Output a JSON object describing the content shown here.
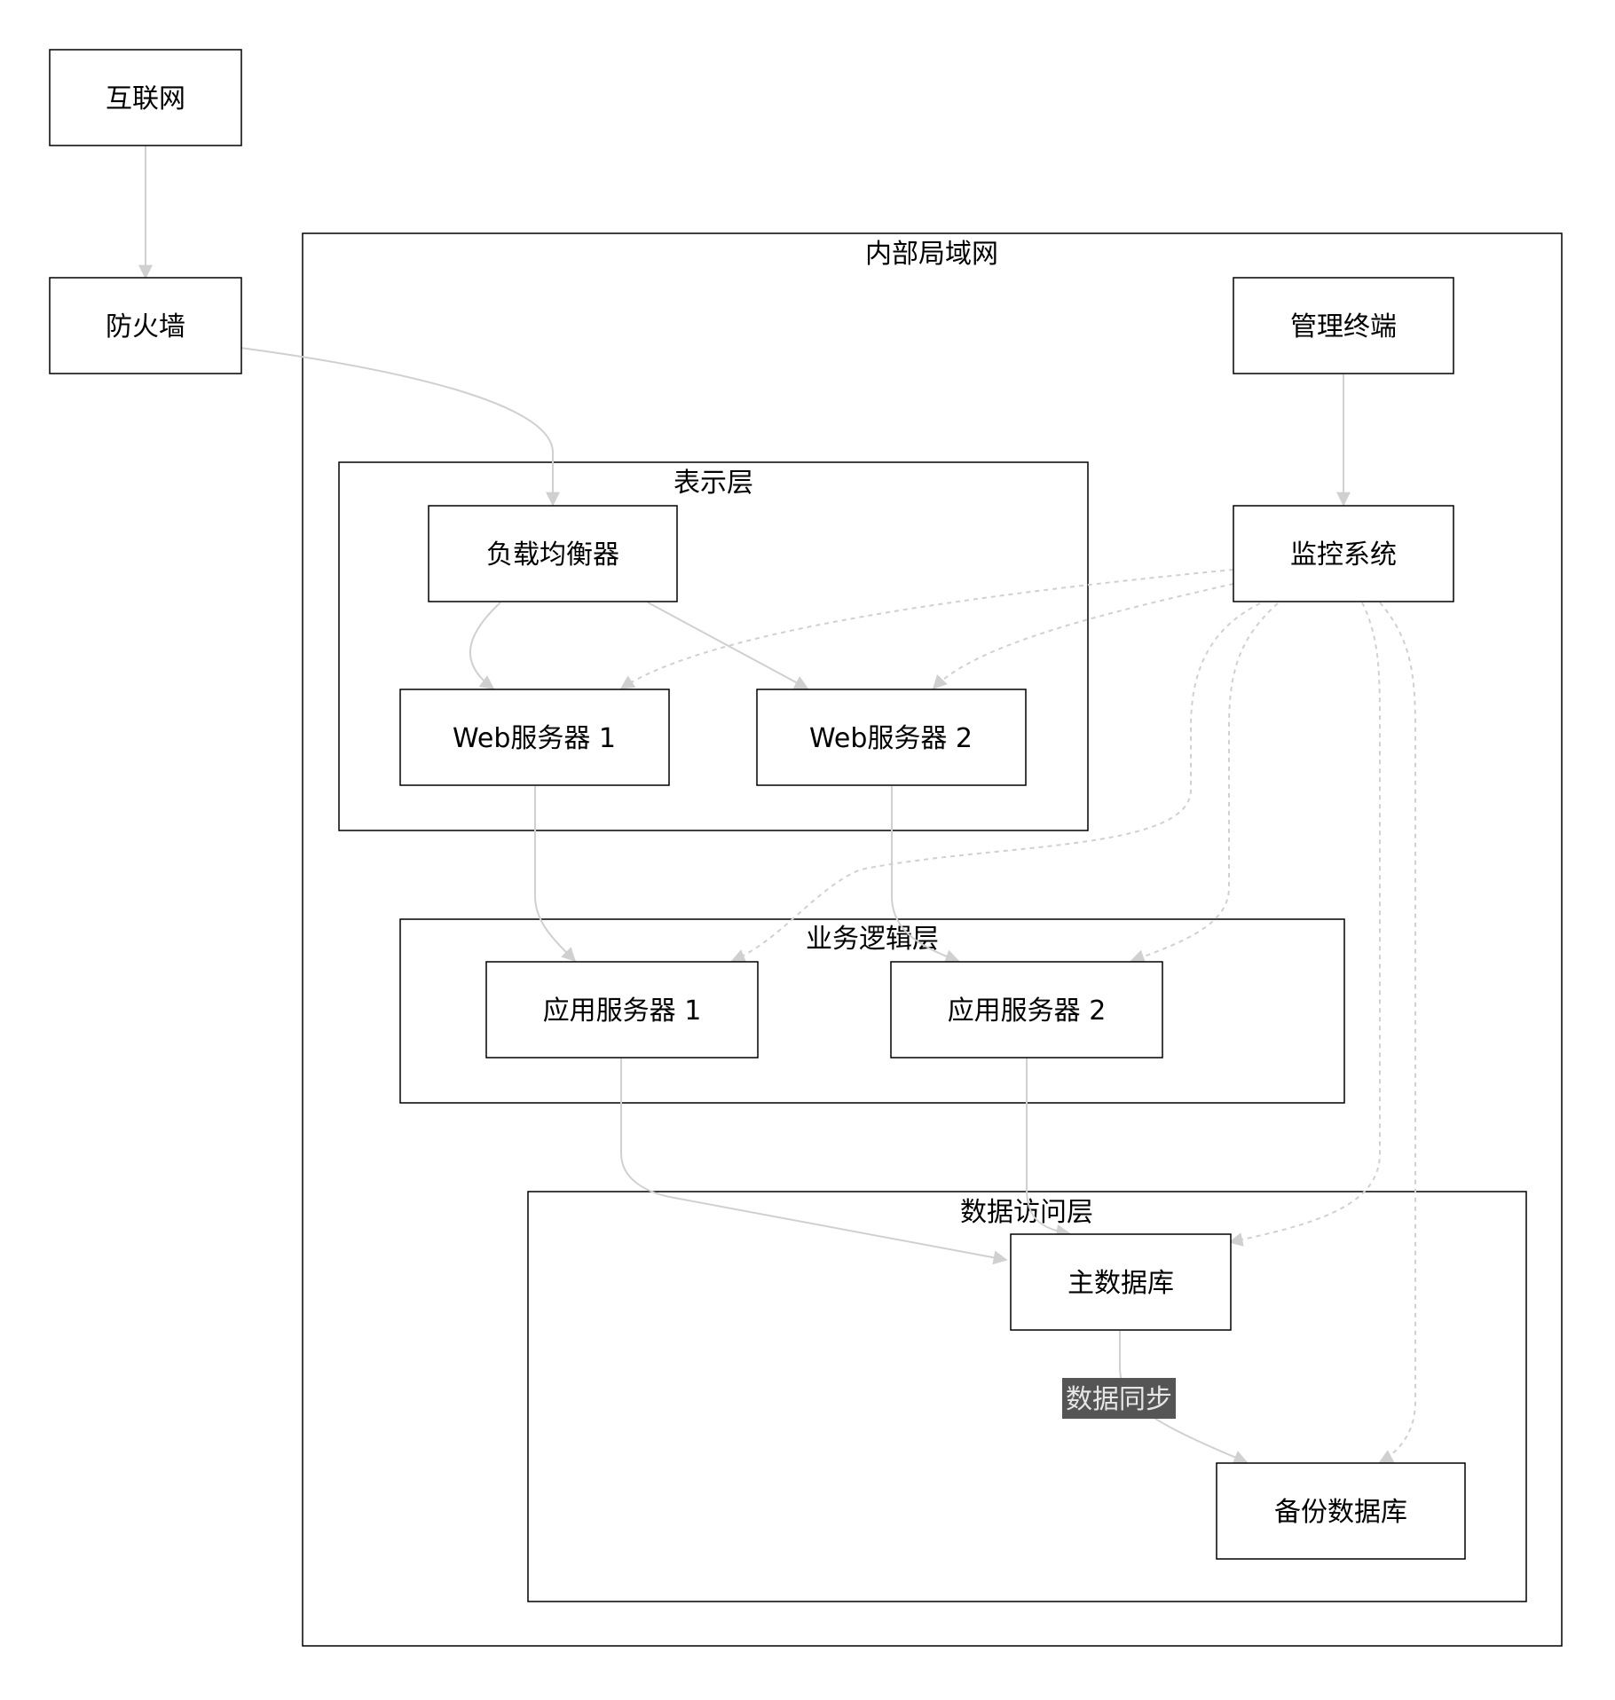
{
  "colors": {
    "edge": "#d0d0d0",
    "node_border": "#000000",
    "node_fill": "#ffffff",
    "edge_label_bg": "#555555",
    "edge_label_text": "#e6e6e6"
  },
  "groups": {
    "lan": "内部局域网",
    "presentation": "表示层",
    "business": "业务逻辑层",
    "data": "数据访问层"
  },
  "nodes": {
    "internet": "互联网",
    "firewall": "防火墙",
    "admin": "管理终端",
    "monitor": "监控系统",
    "lb": "负载均衡器",
    "web1": "Web服务器 1",
    "web2": "Web服务器 2",
    "app1": "应用服务器 1",
    "app2": "应用服务器 2",
    "db_main": "主数据库",
    "db_backup": "备份数据库"
  },
  "edges": [
    {
      "from": "互联网",
      "to": "防火墙",
      "style": "solid"
    },
    {
      "from": "防火墙",
      "to": "负载均衡器",
      "style": "solid"
    },
    {
      "from": "管理终端",
      "to": "监控系统",
      "style": "solid"
    },
    {
      "from": "负载均衡器",
      "to": "Web服务器 1",
      "style": "solid"
    },
    {
      "from": "负载均衡器",
      "to": "Web服务器 2",
      "style": "solid"
    },
    {
      "from": "Web服务器 1",
      "to": "应用服务器 1",
      "style": "solid"
    },
    {
      "from": "Web服务器 2",
      "to": "应用服务器 2",
      "style": "solid"
    },
    {
      "from": "应用服务器 1",
      "to": "主数据库",
      "style": "solid"
    },
    {
      "from": "应用服务器 2",
      "to": "主数据库",
      "style": "solid"
    },
    {
      "from": "主数据库",
      "to": "备份数据库",
      "style": "solid",
      "label": "数据同步"
    },
    {
      "from": "监控系统",
      "to": "Web服务器 1",
      "style": "dashed"
    },
    {
      "from": "监控系统",
      "to": "Web服务器 2",
      "style": "dashed"
    },
    {
      "from": "监控系统",
      "to": "应用服务器 1",
      "style": "dashed"
    },
    {
      "from": "监控系统",
      "to": "应用服务器 2",
      "style": "dashed"
    },
    {
      "from": "监控系统",
      "to": "主数据库",
      "style": "dashed"
    },
    {
      "from": "监控系统",
      "to": "备份数据库",
      "style": "dashed"
    }
  ]
}
